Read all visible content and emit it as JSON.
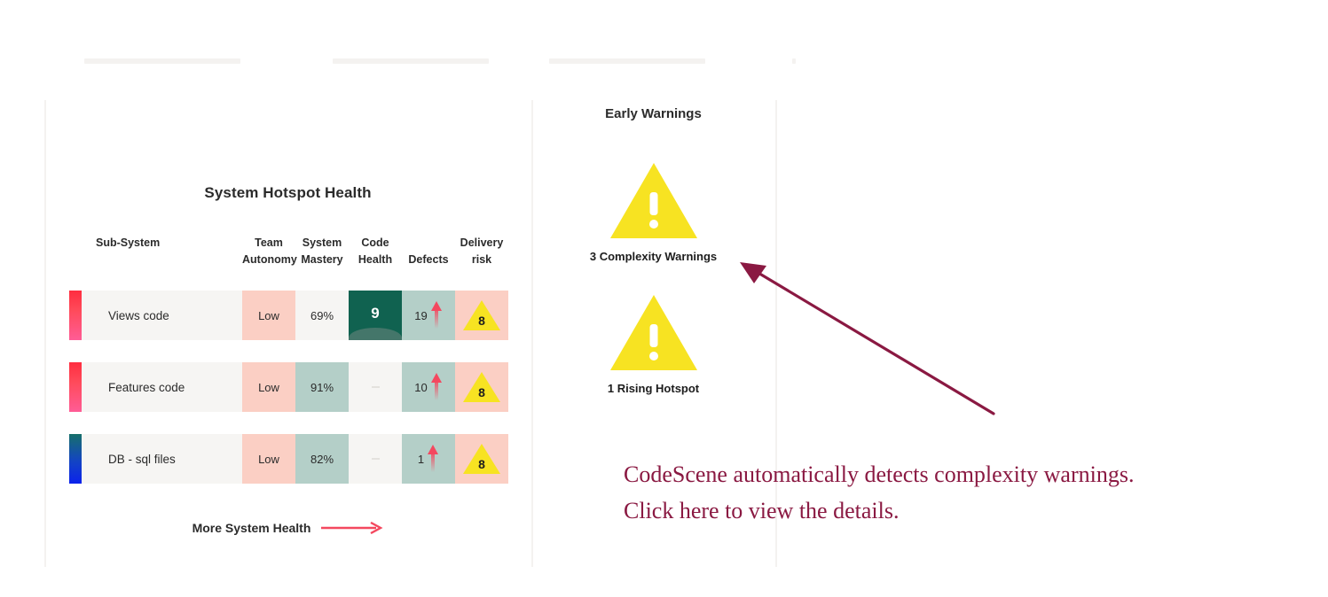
{
  "skeleton": {
    "bars": [
      "",
      "",
      "",
      ""
    ]
  },
  "hotspot_panel": {
    "title": "System Hotspot Health",
    "columns": [
      {
        "key": "subsystem",
        "label": "Sub-System"
      },
      {
        "key": "team_autonomy",
        "label": "Team\nAutonomy"
      },
      {
        "key": "system_mastery",
        "label": "System\nMastery"
      },
      {
        "key": "code_health",
        "label": "Code\nHealth"
      },
      {
        "key": "defects",
        "label": "Defects"
      },
      {
        "key": "delivery_risk",
        "label": "Delivery\nrisk"
      }
    ],
    "column_labels": {
      "subsystem": "Sub-System",
      "team_autonomy_l1": "Team",
      "team_autonomy_l2": "Autonomy",
      "system_mastery_l1": "System",
      "system_mastery_l2": "Mastery",
      "code_health_l1": "Code",
      "code_health_l2": "Health",
      "defects": "Defects",
      "delivery_risk_l1": "Delivery",
      "delivery_risk_l2": "risk"
    },
    "rows": [
      {
        "swatch": "red",
        "name": "Views code",
        "team_autonomy": "Low",
        "system_mastery": "69%",
        "code_health": "9",
        "code_health_empty": false,
        "defects": "19",
        "defects_trend": "up",
        "delivery_risk": "8"
      },
      {
        "swatch": "red",
        "name": "Features code",
        "team_autonomy": "Low",
        "system_mastery": "91%",
        "code_health": "",
        "code_health_empty": true,
        "defects": "10",
        "defects_trend": "up",
        "delivery_risk": "8"
      },
      {
        "swatch": "blue",
        "name": "DB - sql files",
        "team_autonomy": "Low",
        "system_mastery": "82%",
        "code_health": "",
        "code_health_empty": true,
        "defects": "1",
        "defects_trend": "up",
        "delivery_risk": "8"
      }
    ],
    "more_link": "More System Health"
  },
  "warnings_panel": {
    "title": "Early Warnings",
    "items": [
      {
        "icon": "warning-triangle-icon",
        "caption": "3 Complexity Warnings"
      },
      {
        "icon": "warning-triangle-icon",
        "caption": "1 Rising Hotspot"
      }
    ]
  },
  "annotation": {
    "line1": "CodeScene automatically detects complexity warnings.",
    "line2": "Click here to view the details."
  },
  "colors": {
    "warning_yellow": "#f7e322",
    "annotation_maroon": "#8a1942",
    "code_health_green": "#106250",
    "teal_cell": "#b4cfc8",
    "pink_cell": "#fbcfc4",
    "neutral_cell": "#f6f5f3",
    "link_red": "#f4485f",
    "divider": "#f4f2f0"
  }
}
